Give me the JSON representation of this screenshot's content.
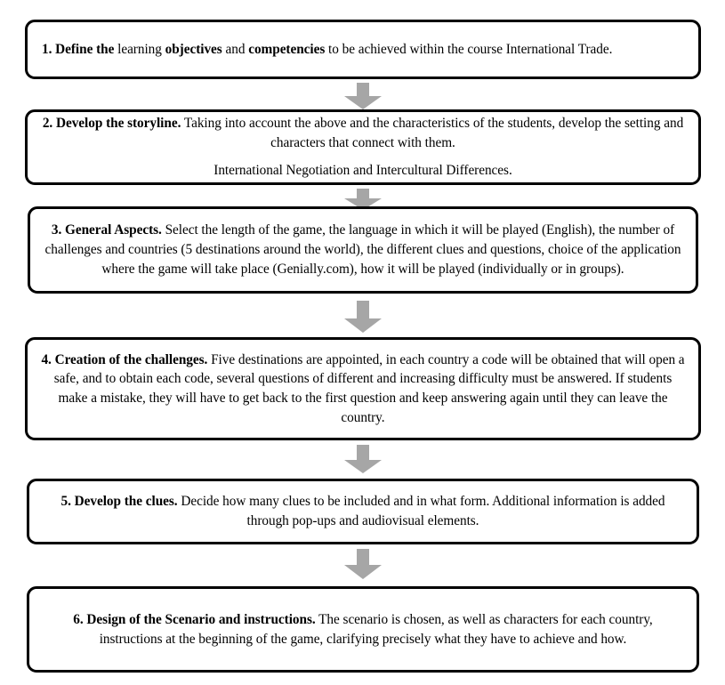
{
  "diagram": {
    "title": "Escape Room Design Process Flowchart",
    "orientation": "vertical",
    "background_color": "#FFFFFF",
    "box_border_color": "#000000",
    "arrow_color": "#A6A6A6",
    "text_color": "#000000"
  },
  "steps": [
    {
      "id": "step-1",
      "number": "1.",
      "align": "left",
      "paragraphs": [
        {
          "runs": [
            {
              "text": "1. Define the ",
              "bold": true
            },
            {
              "text": "learning ",
              "bold": false
            },
            {
              "text": "objectives",
              "bold": true
            },
            {
              "text": " and ",
              "bold": false
            },
            {
              "text": "competencies",
              "bold": true
            },
            {
              "text": " to be achieved within the course International Trade.",
              "bold": false
            }
          ]
        }
      ],
      "plain": "1. Define the learning objectives and competencies to be achieved within the course International Trade."
    },
    {
      "id": "step-2",
      "number": "2.",
      "align": "center",
      "paragraphs": [
        {
          "runs": [
            {
              "text": "2. Develop the storyline.",
              "bold": true
            },
            {
              "text": " Taking into account the above and the characteristics of the students, develop the setting and characters that connect with them.",
              "bold": false
            }
          ]
        },
        {
          "runs": [
            {
              "text": "International Negotiation and Intercultural Differences.",
              "bold": false
            }
          ]
        }
      ],
      "plain": "2. Develop the storyline. Taking into account the above and the characteristics of the students, develop the setting and characters that connect with them. International Negotiation and Intercultural Differences."
    },
    {
      "id": "step-3",
      "number": "3.",
      "align": "center",
      "paragraphs": [
        {
          "runs": [
            {
              "text": "3. General Aspects.",
              "bold": true
            },
            {
              "text": " Select the length of the game, the language in which it will be played (English), the number of challenges and countries (5 destinations around the world), the different clues and questions, choice of the application where the game will take place (Genially.com), how it will be played (individually or in groups).",
              "bold": false
            }
          ]
        }
      ],
      "plain": "3. General Aspects. Select the length of the game, the language in which it will be played (English), the number of challenges and countries (5 destinations around the world), the different clues and questions, choice of the application where the game will take place (Genially.com), how it will be played (individually or in groups)."
    },
    {
      "id": "step-4",
      "number": "4.",
      "align": "center",
      "paragraphs": [
        {
          "runs": [
            {
              "text": "4. Creation of the challenges.",
              "bold": true
            },
            {
              "text": " Five destinations are appointed, in each country a code will be obtained that will open a safe, and to obtain each code, several questions of different and increasing difficulty must be answered. If students make a mistake, they will have to get back to the first question and keep answering again until they can leave the country.",
              "bold": false
            }
          ]
        }
      ],
      "plain": "4. Creation of the challenges. Five destinations are appointed, in each country a code will be obtained that will open a safe, and to obtain each code, several questions of different and increasing difficulty must be answered. If students make a mistake, they will have to get back to the first question and keep answering again until they can leave the country."
    },
    {
      "id": "step-5",
      "number": "5.",
      "align": "center",
      "paragraphs": [
        {
          "runs": [
            {
              "text": "5. Develop the clues.",
              "bold": true
            },
            {
              "text": " Decide how many clues to be included and in what form. Additional information is added through pop-ups and audiovisual elements.",
              "bold": false
            }
          ]
        }
      ],
      "plain": "5. Develop the clues. Decide how many clues to be included and in what form. Additional information is added through pop-ups and audiovisual elements."
    },
    {
      "id": "step-6",
      "number": "6.",
      "align": "center",
      "paragraphs": [
        {
          "runs": [
            {
              "text": "6. Design of the Scenario and instructions.",
              "bold": true
            },
            {
              "text": " The scenario is chosen, as well as characters for each country, instructions at the beginning of the game, clarifying precisely what they have to achieve and how.",
              "bold": false
            }
          ]
        }
      ],
      "plain": "6. Design of the Scenario and instructions. The scenario is chosen, as well as characters for each country, instructions at the beginning of the game, clarifying precisely what they have to achieve and how."
    }
  ],
  "connectors": [
    {
      "id": "arrow-1",
      "from": "step-1",
      "to": "step-2",
      "direction": "down"
    },
    {
      "id": "arrow-2",
      "from": "step-2",
      "to": "step-3",
      "direction": "down"
    },
    {
      "id": "arrow-3",
      "from": "step-3",
      "to": "step-4",
      "direction": "down"
    },
    {
      "id": "arrow-4",
      "from": "step-4",
      "to": "step-5",
      "direction": "down"
    },
    {
      "id": "arrow-5",
      "from": "step-5",
      "to": "step-6",
      "direction": "down"
    }
  ]
}
